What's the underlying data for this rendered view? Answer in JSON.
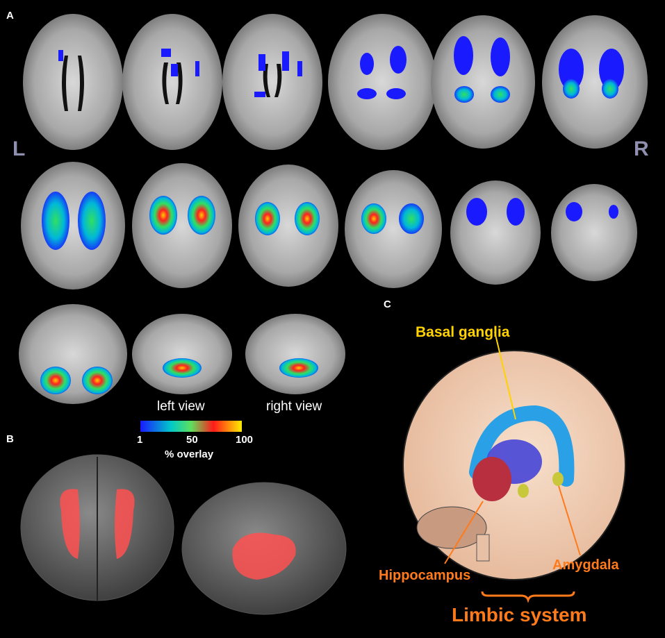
{
  "panels": {
    "a": "A",
    "b": "B",
    "c": "C"
  },
  "orientation": {
    "left": "L",
    "right": "R"
  },
  "views": {
    "left": "left view",
    "right": "right view"
  },
  "colorbar": {
    "ticks": [
      "1",
      "50",
      "100"
    ],
    "title": "% overlay",
    "colors": [
      "#1a1aff",
      "#00c8c8",
      "#5ee05e",
      "#ff1a1a",
      "#ffee00"
    ]
  },
  "illustration": {
    "basal_ganglia": "Basal ganglia",
    "hippocampus": "Hippocampus",
    "amygdala": "Amygdala",
    "limbic_system": "Limbic system",
    "colors": {
      "basal_ganglia_label": "#ffd200",
      "limbic_label": "#ff7a1a",
      "caudate": "#2aa0e6",
      "putamen": "#3c3cd8",
      "hippocampus": "#b83040",
      "amygdala": "#c8c83a",
      "cortex": "#f2d2b8"
    }
  },
  "overlay": {
    "colors": {
      "low": "#1a1aff",
      "mid": "#30e060",
      "high": "#ff2020",
      "top": "#ffcc00"
    },
    "rendering_color": "#ff5050"
  }
}
